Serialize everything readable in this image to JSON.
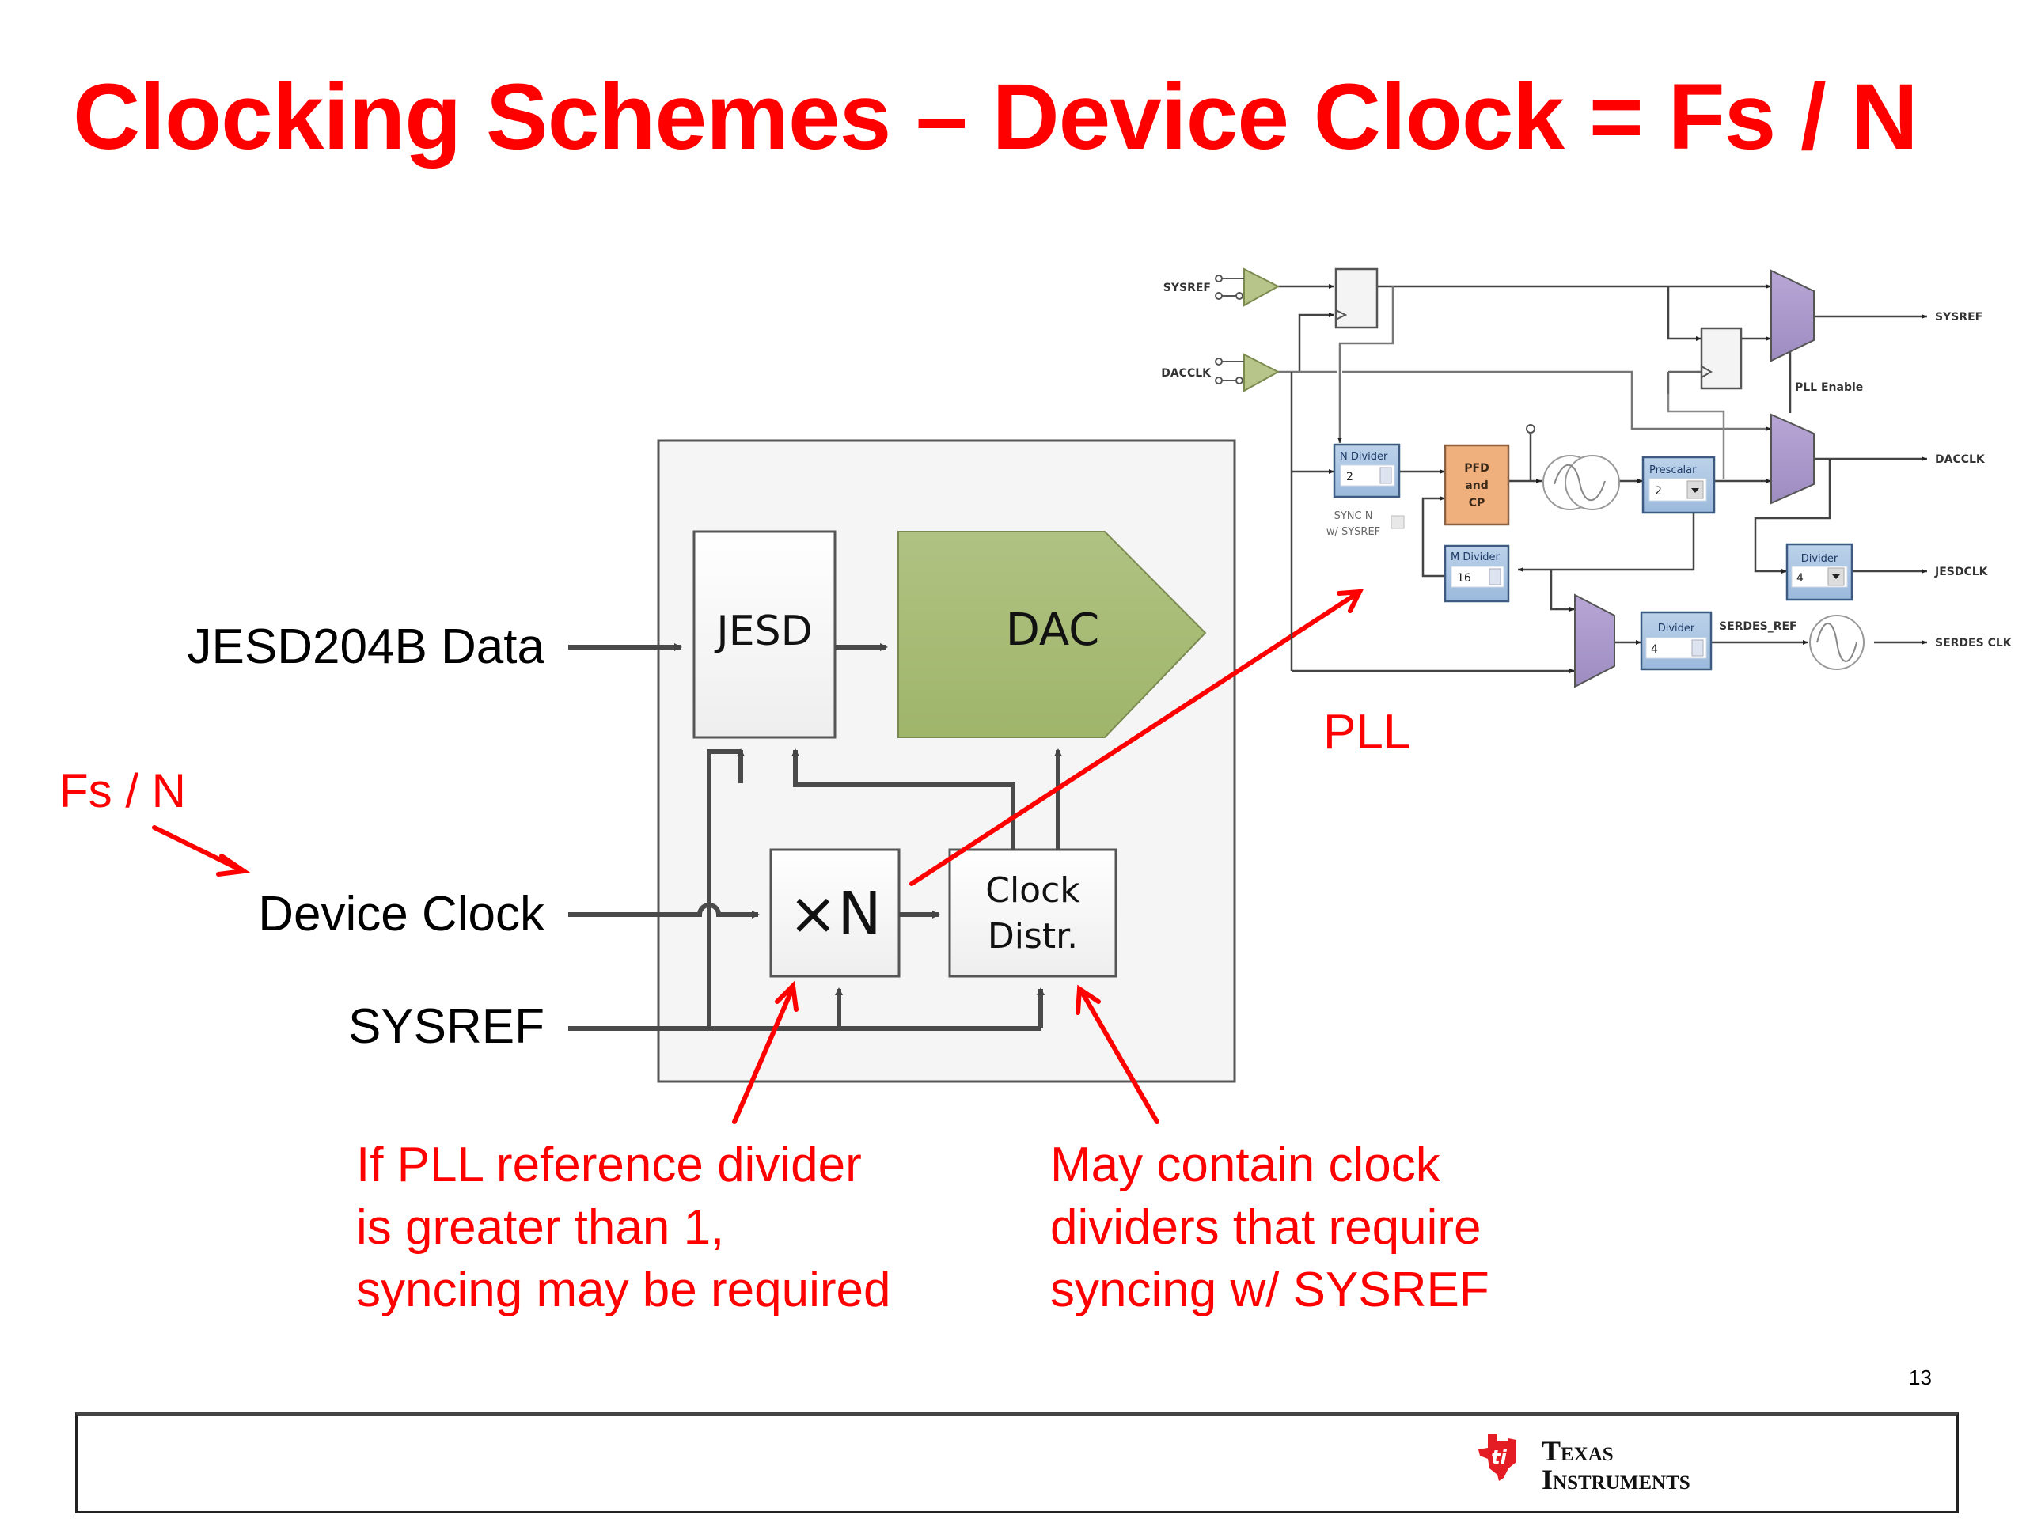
{
  "slide": {
    "title": "Clocking Schemes – Device Clock = Fs / N",
    "page_number": "13"
  },
  "left_diagram": {
    "inputs": {
      "jesd_data": "JESD204B Data",
      "device_clock": "Device Clock",
      "sysref": "SYSREF"
    },
    "fs_over_n_label": "Fs / N",
    "blocks": {
      "jesd": "JESD",
      "dac": "DAC",
      "multiplier": "×N",
      "clock_distr_line1": "Clock",
      "clock_distr_line2": "Distr."
    }
  },
  "pll_label": "PLL",
  "pll_diagram": {
    "inputs": {
      "sysref": "SYSREF",
      "dacclk": "DACCLK"
    },
    "n_divider": {
      "label": "N Divider",
      "value": "2"
    },
    "sync_checkbox_line1": "SYNC N",
    "sync_checkbox_line2": "w/ SYSREF",
    "pfd_line1": "PFD",
    "pfd_line2": "and",
    "pfd_line3": "CP",
    "prescaler": {
      "label": "Prescalar",
      "value": "2"
    },
    "m_divider": {
      "label": "M Divider",
      "value": "16"
    },
    "jesd_divider": {
      "label": "Divider",
      "value": "4"
    },
    "serdes_divider": {
      "label": "Divider",
      "value": "4"
    },
    "pll_enable": "PLL Enable",
    "serdes_ref": "SERDES_REF",
    "outputs": {
      "sysref": "SYSREF",
      "dacclk": "DACCLK",
      "jesdclk": "JESDCLK",
      "serdes_clk": "SERDES CLK"
    }
  },
  "notes": {
    "pll_ref_divider": [
      "If PLL reference divider",
      "is greater than 1,",
      "syncing may be required"
    ],
    "clock_dividers": [
      "May contain clock",
      "dividers that require",
      "syncing w/ SYSREF"
    ]
  },
  "footer": {
    "logo_line1": "Texas",
    "logo_line2": "Instruments"
  },
  "colors": {
    "accent_red": "#ff0000",
    "dac_green": "#a8bc78",
    "mux_purple": "#ab9ac8",
    "pfd_orange": "#f0b07e",
    "divider_blue": "#a9c4e0"
  }
}
